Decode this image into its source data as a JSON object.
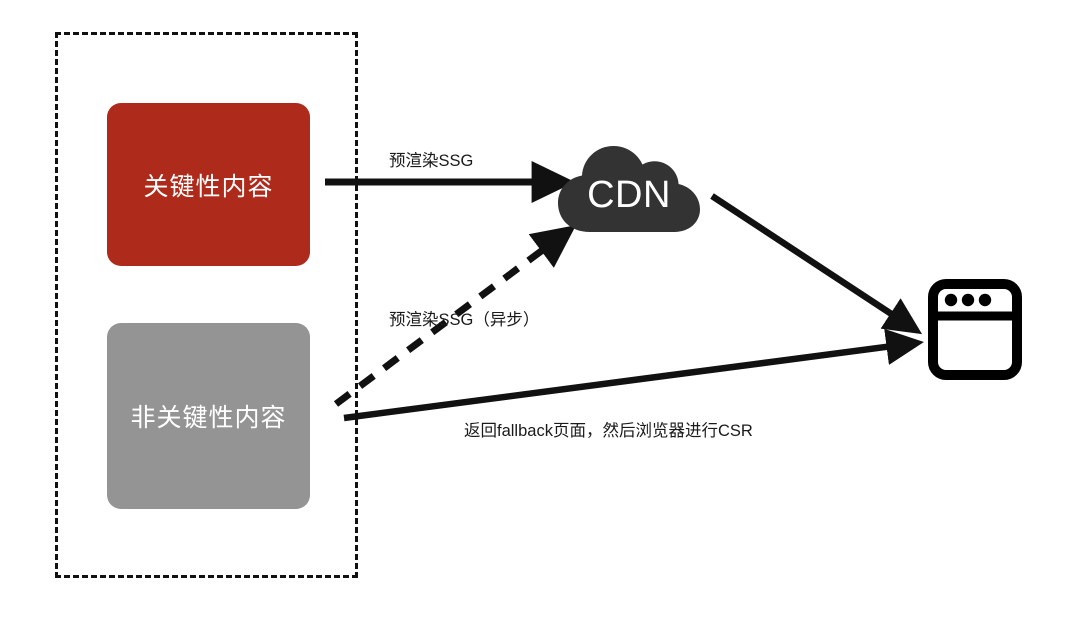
{
  "diagram": {
    "title": "SSG / CSR rendering flow",
    "colors": {
      "critical_box": "#ae2b1c",
      "noncritical_box": "#949494",
      "cloud": "#333333",
      "stroke": "#111111",
      "background": "#ffffff"
    },
    "group": {
      "name": "dashed-group-frame",
      "border_style": "dashed"
    },
    "nodes": [
      {
        "id": "critical",
        "label": "关键性内容",
        "shape": "rounded-rect",
        "fill": "#ae2b1c"
      },
      {
        "id": "noncritical",
        "label": "非关键性内容",
        "shape": "rounded-rect",
        "fill": "#949494"
      },
      {
        "id": "cdn",
        "label": "CDN",
        "shape": "cloud",
        "fill": "#333333"
      },
      {
        "id": "browser",
        "label": "browser-window-icon",
        "shape": "window-icon",
        "fill": "#000000"
      }
    ],
    "edges": [
      {
        "id": "e1",
        "from": "critical",
        "to": "cdn",
        "label": "预渲染SSG",
        "style": "solid"
      },
      {
        "id": "e2",
        "from": "noncritical",
        "to": "cdn",
        "label": "预渲染SSG（异步）",
        "style": "dashed"
      },
      {
        "id": "e3",
        "from": "cdn",
        "to": "browser",
        "label": "",
        "style": "solid"
      },
      {
        "id": "e4",
        "from": "noncritical",
        "to": "browser",
        "label": "返回fallback页面，然后浏览器进行CSR",
        "style": "solid"
      }
    ],
    "icons": {
      "cloud": "cloud-icon",
      "browser": "browser-window-icon",
      "arrow": "arrow-head-icon"
    }
  }
}
